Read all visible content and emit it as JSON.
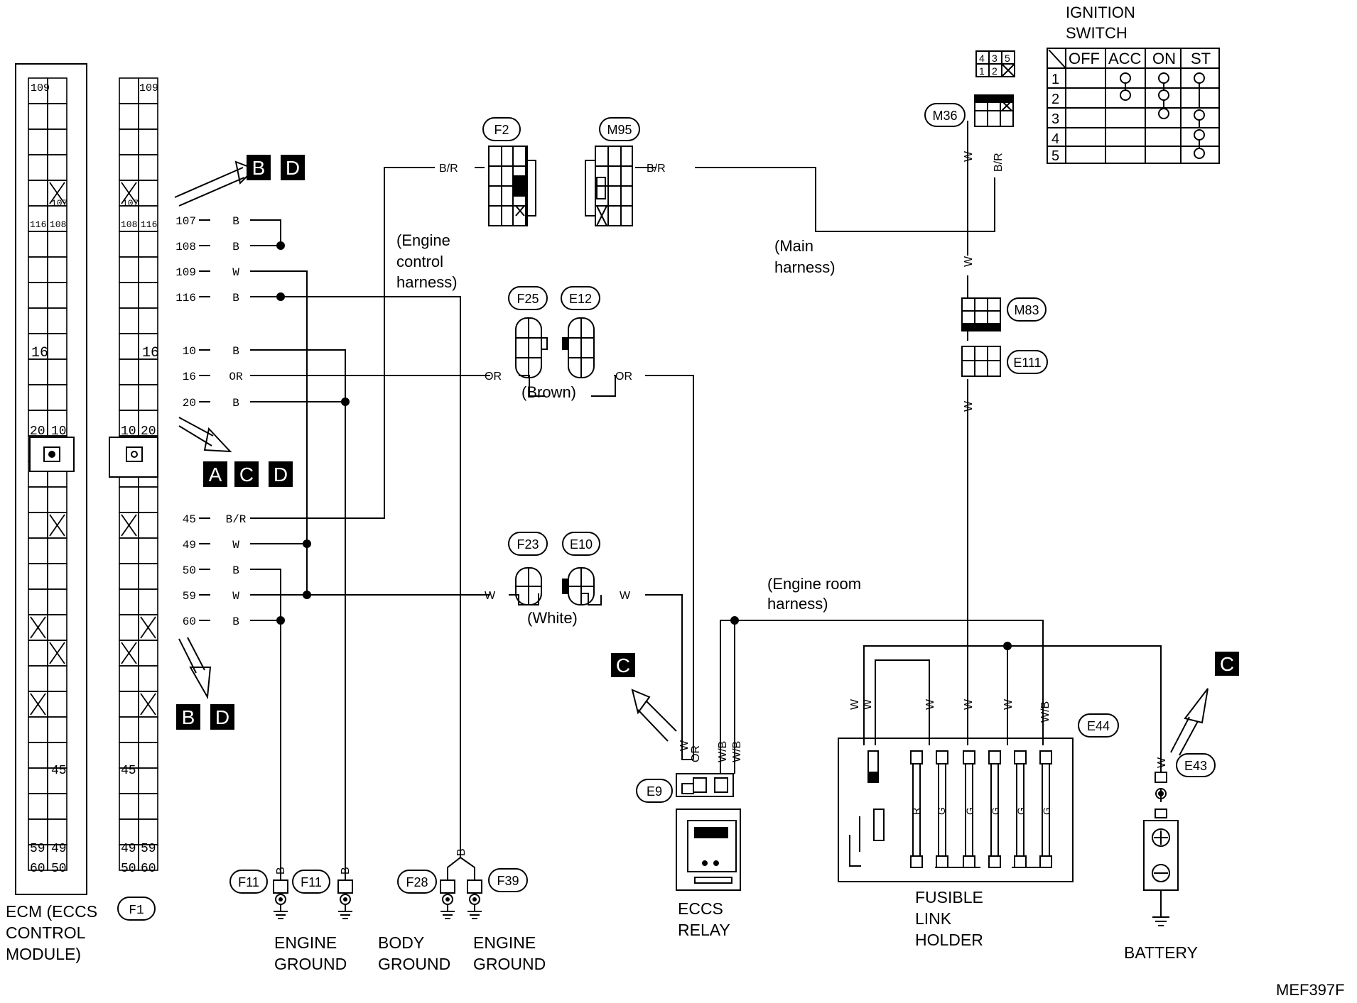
{
  "ecm": {
    "label_lines": [
      "ECM (ECCS",
      "CONTROL",
      "MODULE)"
    ],
    "pin_labels_left": [
      "109",
      "107",
      "116",
      "108",
      "16",
      "20",
      "10",
      "45",
      "59",
      "49",
      "60",
      "50"
    ],
    "pin_labels_right": [
      "109",
      "107",
      "108",
      "116",
      "16",
      "10",
      "20",
      "45",
      "49",
      "59",
      "50",
      "60"
    ],
    "connector_id": "F1"
  },
  "pins": [
    {
      "num": "107",
      "color": "B"
    },
    {
      "num": "108",
      "color": "B"
    },
    {
      "num": "109",
      "color": "W"
    },
    {
      "num": "116",
      "color": "B"
    },
    {
      "num": "10",
      "color": "B"
    },
    {
      "num": "16",
      "color": "OR"
    },
    {
      "num": "20",
      "color": "B"
    },
    {
      "num": "45",
      "color": "B/R"
    },
    {
      "num": "49",
      "color": "W"
    },
    {
      "num": "50",
      "color": "B"
    },
    {
      "num": "59",
      "color": "W"
    },
    {
      "num": "60",
      "color": "B"
    }
  ],
  "refs": {
    "bd_top": [
      "B",
      "D"
    ],
    "acd": [
      "A",
      "C",
      "D"
    ],
    "bd_bottom": [
      "B",
      "D"
    ],
    "c_left": [
      "C"
    ],
    "c_right": [
      "C"
    ]
  },
  "connectors": {
    "f2": "F2",
    "m95": "M95",
    "f25": "F25",
    "e12": "E12",
    "f23": "F23",
    "e10": "E10",
    "m36": "M36",
    "m83": "M83",
    "e111": "E111",
    "e44": "E44",
    "e43": "E43",
    "e9": "E9",
    "f11a": "F11",
    "f11b": "F11",
    "f28": "F28",
    "f39": "F39"
  },
  "m36_grid": [
    "4",
    "3",
    "5",
    "1",
    "2"
  ],
  "wires": {
    "br": "B/R",
    "or": "OR",
    "w": "W",
    "wb": "W/B",
    "b": "B",
    "r": "R",
    "g": "G"
  },
  "harness_labels": {
    "engine_control": [
      "(Engine",
      "control",
      "harness)"
    ],
    "main": [
      "(Main",
      "harness)"
    ],
    "engine_room": [
      "(Engine room",
      "harness)"
    ],
    "brown": "(Brown)",
    "white": "(White)"
  },
  "ignition": {
    "title": [
      "IGNITION",
      "SWITCH"
    ],
    "columns": [
      "OFF",
      "ACC",
      "ON",
      "ST"
    ],
    "rows": [
      "1",
      "2",
      "3",
      "4",
      "5"
    ]
  },
  "grounds": {
    "engine_ground_1": [
      "ENGINE",
      "GROUND"
    ],
    "body_ground": [
      "BODY",
      "GROUND"
    ],
    "engine_ground_2": [
      "ENGINE",
      "GROUND"
    ]
  },
  "components": {
    "eccs_relay": [
      "ECCS",
      "RELAY"
    ],
    "fusible_link": [
      "FUSIBLE",
      "LINK",
      "HOLDER"
    ],
    "battery": "BATTERY"
  },
  "figure_code": "MEF397F"
}
